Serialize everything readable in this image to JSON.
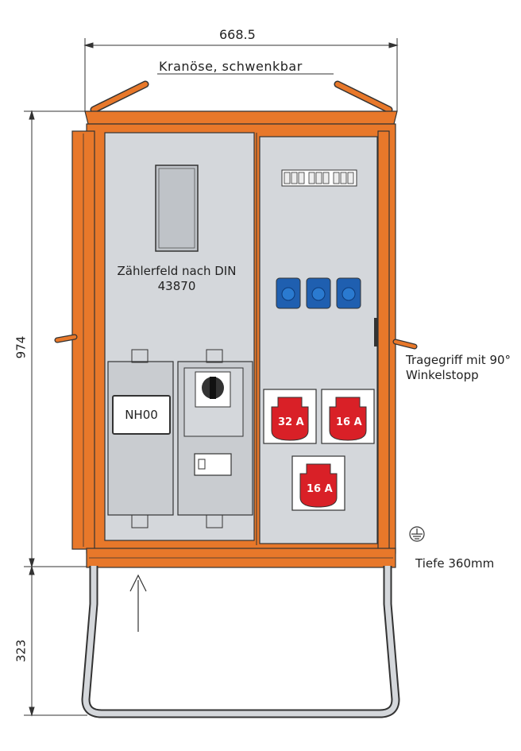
{
  "dimensions": {
    "width": "668.5",
    "height_cabinet": "974",
    "height_stand": "323"
  },
  "labels": {
    "crane_eye": "Kranöse, schwenkbar",
    "meter_field": "Zählerfeld nach DIN 43870",
    "fuse": "NH00",
    "handle": "Tragegriff mit 90° Winkelstopp",
    "depth": "Tiefe 360mm"
  },
  "sockets": {
    "cee_32": "32 A",
    "cee_16a": "16 A",
    "cee_16b": "16 A"
  },
  "colors": {
    "housing": "#e8782a",
    "panel": "#d4d7db",
    "socket_red": "#d92027",
    "socket_blue": "#1f5fb0"
  },
  "icons": {
    "ground": "earth-ground-icon"
  }
}
